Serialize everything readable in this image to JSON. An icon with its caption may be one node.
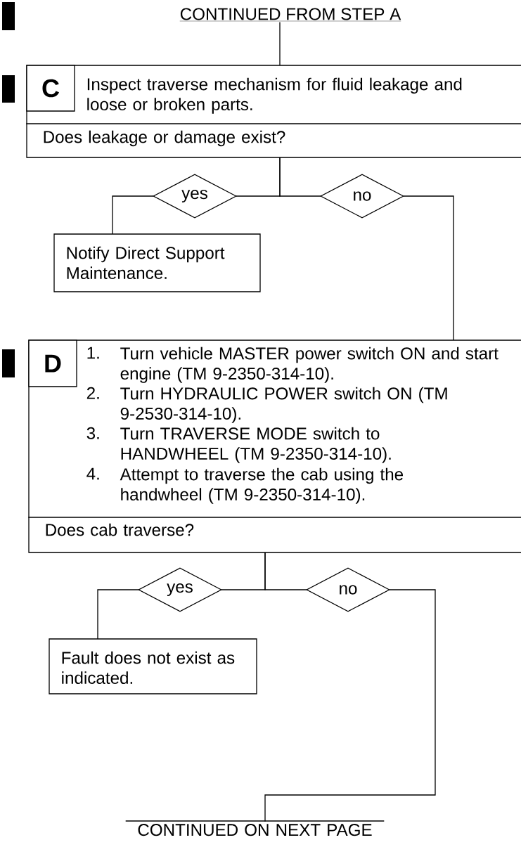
{
  "diagram": {
    "nodes": [
      {
        "text": [
          "CONTINUED FROM STEP A"
        ]
      },
      {
        "text": [
          "Inspect traverse mechanism for fluid leakage and loose or broken parts.",
          "Does leakage or damage exist?"
        ]
      },
      {
        "text": [
          "C"
        ],
        "in": 1
      },
      {
        "text": [
          "yes"
        ]
      },
      {
        "text": [
          "no"
        ]
      },
      {
        "text": [
          "Notify Direct Support Maintenance."
        ]
      },
      {
        "text": [
          "1.",
          "Turn vehicle MASTER power switch ON and start engine (TM 9-2350-314-10).",
          "2.",
          "Turn HYDRAULIC POWER switch ON (TM 9-2530-314-10).",
          "3.",
          "Turn TRAVERSE MODE switch to HANDWHEEL (TM 9-2350-314-10).",
          "4.",
          "Attempt to traverse the cab using the handwheel (TM 9-2350-314-10).",
          "Does cab traverse?"
        ]
      },
      {
        "text": [
          "D"
        ],
        "in": 6
      },
      {
        "text": [
          "yes"
        ]
      },
      {
        "text": [
          "no"
        ]
      },
      {
        "text": [
          "Fault does not exist as indicated."
        ]
      },
      {
        "text": [
          "CONTINUED ON NEXT PAGE"
        ]
      }
    ],
    "edges": [
      {
        "from": 0,
        "to": 1,
        "arrow": "none"
      },
      {
        "from": 1,
        "to": 3,
        "arrow": "none"
      },
      {
        "from": 1,
        "to": 4,
        "arrow": "none"
      },
      {
        "from": 3,
        "to": 5,
        "arrow": "none"
      },
      {
        "from": 4,
        "to": 6,
        "arrow": "none"
      },
      {
        "from": 6,
        "to": 8,
        "arrow": "none"
      },
      {
        "from": 6,
        "to": 9,
        "arrow": "none"
      },
      {
        "from": 8,
        "to": 10,
        "arrow": "none"
      },
      {
        "from": 9,
        "to": 11,
        "arrow": "none"
      }
    ]
  }
}
